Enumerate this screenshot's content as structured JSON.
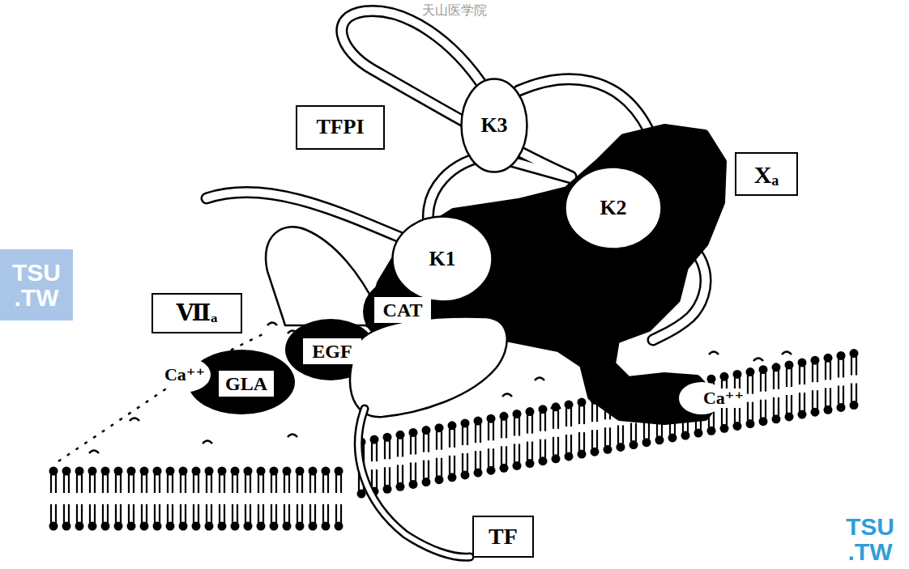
{
  "diagram": {
    "nodes": [
      {
        "text": [
          "TFPI"
        ]
      },
      {
        "text": [
          "K3"
        ]
      },
      {
        "text": [
          "K2"
        ]
      },
      {
        "text": [
          "Xₐ"
        ]
      },
      {
        "text": [
          "K1"
        ]
      },
      {
        "text": [
          "Ⅶₐ"
        ]
      },
      {
        "text": [
          "CAT"
        ]
      },
      {
        "text": [
          "EGF"
        ]
      },
      {
        "text": [
          "GLA"
        ]
      },
      {
        "text": [
          "TF"
        ]
      }
    ],
    "labels": [
      "天山医学院",
      "TSU .TW",
      "Ca⁺⁺",
      "Ca⁺⁺",
      "TSU .TW"
    ]
  }
}
